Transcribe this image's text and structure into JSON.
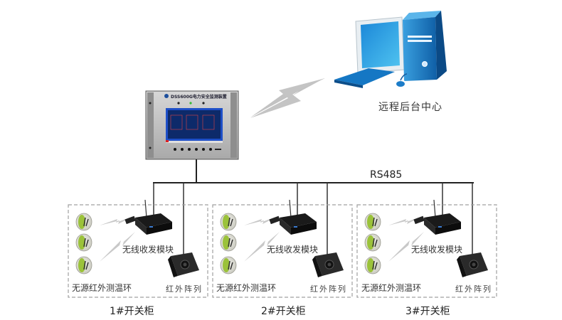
{
  "remote_center": {
    "label": "远程后台中心",
    "icon": "desktop-computer-icon"
  },
  "monitor_device": {
    "title": "DSS600G电力安全监测装置",
    "icon": "monitor-device-icon"
  },
  "bus": {
    "label": "RS485"
  },
  "cabinets": [
    {
      "label": "1#开关柜",
      "module_label": "无线收发模块",
      "ring_label": "无源红外测温环",
      "ir_label": "红外阵列"
    },
    {
      "label": "2#开关柜",
      "module_label": "无线收发模块",
      "ring_label": "无源红外测温环",
      "ir_label": "红外阵列"
    },
    {
      "label": "3#开关柜",
      "module_label": "无线收发模块",
      "ring_label": "无源红外测温环",
      "ir_label": "红外阵列"
    }
  ],
  "colors": {
    "computer_blue": "#1a7fc8",
    "screen_blue": "#1e5fd0",
    "ring_green": "#9bc23a",
    "wireless_gray": "#c2c2c2",
    "bus_line": "#222222",
    "dashed_border": "#999999"
  }
}
